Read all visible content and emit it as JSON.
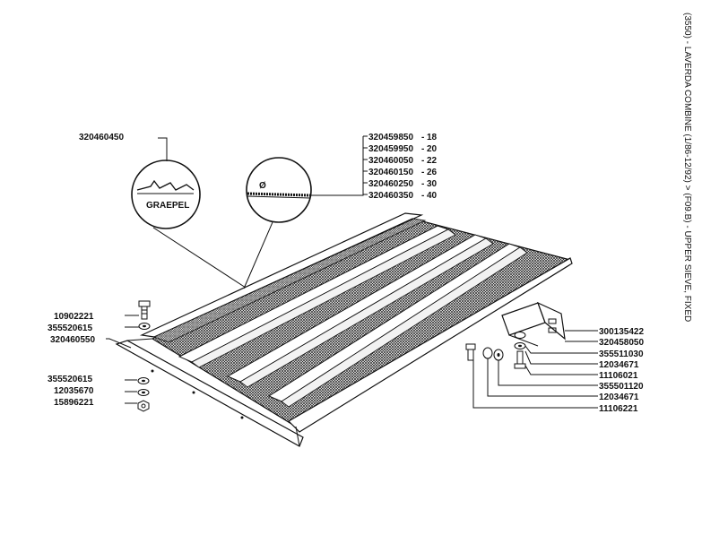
{
  "side_title": "(3550) - LAVERDA COMBINE (1/86-12/92) > (F09.B) - UPPER SIEVE, FIXED",
  "callout_left": {
    "part_number": "320460450",
    "label": "GRAEPEL"
  },
  "callout_right": {
    "symbol": "Ø",
    "entries": [
      {
        "part_number": "320459850",
        "size": "18"
      },
      {
        "part_number": "320459950",
        "size": "20"
      },
      {
        "part_number": "320460050",
        "size": "22"
      },
      {
        "part_number": "320460150",
        "size": "26"
      },
      {
        "part_number": "320460250",
        "size": "30"
      },
      {
        "part_number": "320460350",
        "size": "40"
      }
    ]
  },
  "left_parts": {
    "top": [
      "10902221",
      "355520615",
      "320460550"
    ],
    "bottom": [
      "355520615",
      "12035670",
      "15896221"
    ]
  },
  "right_parts": [
    "300135422",
    "320458050",
    "355511030",
    "12034671",
    "11106021",
    "355501120",
    "12034671",
    "11106221"
  ],
  "colors": {
    "ink": "#111111",
    "paper": "#ffffff"
  }
}
